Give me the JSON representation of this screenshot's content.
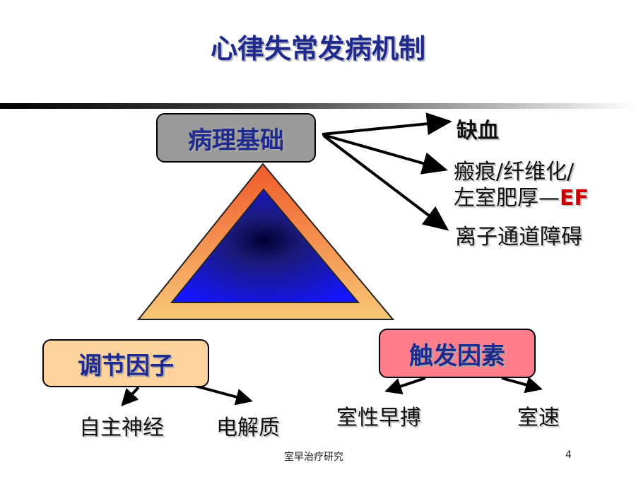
{
  "slide": {
    "title": "心律失常发病机制",
    "footer_text": "室早治疗研究",
    "page_number": "4"
  },
  "diagram": {
    "center_box": "病理基础",
    "pathology_items": [
      {
        "text": "缺血"
      },
      {
        "line1": "瘢痕/纤维化/",
        "line2_prefix": "左室肥厚—",
        "line2_emphasis": "EF"
      },
      {
        "text": "离子通道障碍"
      }
    ],
    "modulators_box": "调节因子",
    "modulators": [
      "自主神经",
      "电解质"
    ],
    "triggers_box": "触发因素",
    "triggers": [
      "室性早搏",
      "室速"
    ]
  },
  "colors": {
    "title": "#1f2a8c",
    "emphasis": "#cc0000",
    "pathology_box": "#9a9a9a",
    "modulators_box": "#ffd39e",
    "triggers_box": "#ff7e8c",
    "triangle_outer": "#f7c06a",
    "triangle_inner": "#1a1af0"
  }
}
